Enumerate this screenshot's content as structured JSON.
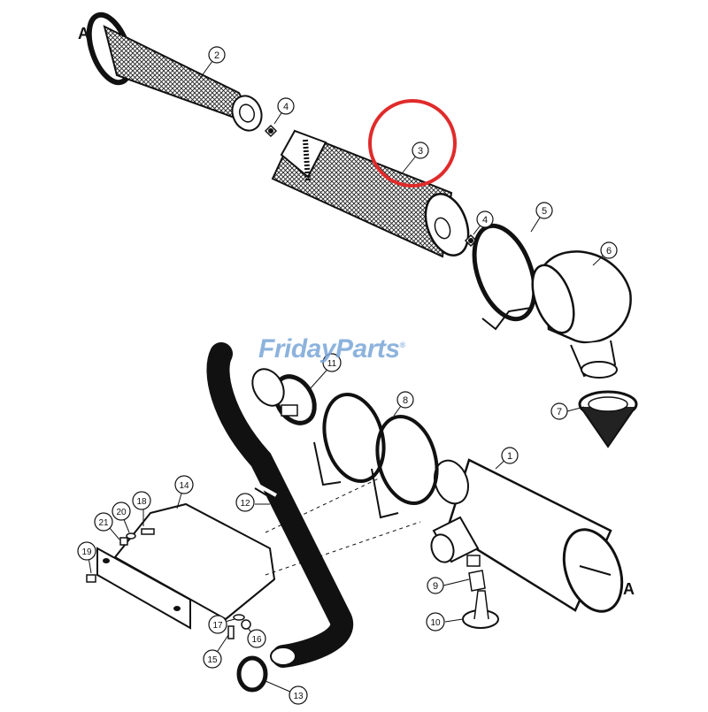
{
  "diagram": {
    "corner_labels": {
      "top_left": "A",
      "bottom_right": "A"
    },
    "watermark": {
      "text": "FridayParts",
      "mark": "®",
      "color": "#7aa6d8"
    },
    "highlight": {
      "target_part": "3",
      "color": "#e02b2b"
    },
    "callouts": [
      {
        "id": "c1",
        "num": "1"
      },
      {
        "id": "c2",
        "num": "2"
      },
      {
        "id": "c3",
        "num": "3"
      },
      {
        "id": "c4a",
        "num": "4"
      },
      {
        "id": "c4b",
        "num": "4"
      },
      {
        "id": "c5",
        "num": "5"
      },
      {
        "id": "c6",
        "num": "6"
      },
      {
        "id": "c7",
        "num": "7"
      },
      {
        "id": "c8",
        "num": "8"
      },
      {
        "id": "c9",
        "num": "9"
      },
      {
        "id": "c10",
        "num": "10"
      },
      {
        "id": "c11",
        "num": "11"
      },
      {
        "id": "c12",
        "num": "12"
      },
      {
        "id": "c13",
        "num": "13"
      },
      {
        "id": "c14",
        "num": "14"
      },
      {
        "id": "c15",
        "num": "15"
      },
      {
        "id": "c16",
        "num": "16"
      },
      {
        "id": "c17",
        "num": "17"
      },
      {
        "id": "c18",
        "num": "18"
      },
      {
        "id": "c19",
        "num": "19"
      },
      {
        "id": "c20",
        "num": "20"
      },
      {
        "id": "c21",
        "num": "21"
      }
    ]
  }
}
